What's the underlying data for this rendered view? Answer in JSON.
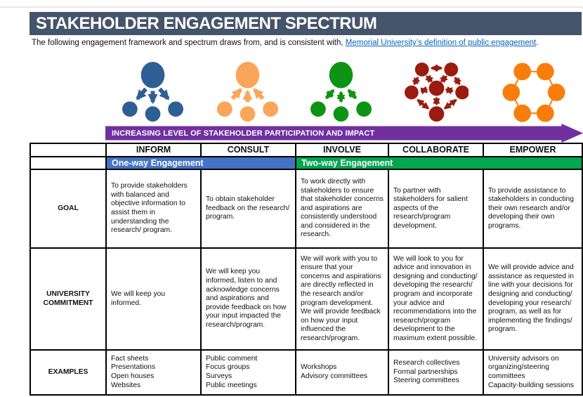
{
  "header": {
    "title": "STAKEHOLDER ENGAGEMENT SPECTRUM",
    "subtitle_prefix": "The following engagement framework and spectrum draws from, and is consistent with, ",
    "subtitle_link": "Memorial University’s definition of public engagement",
    "subtitle_suffix": "."
  },
  "arrow_banner": {
    "label": "INCREASING LEVEL OF STAKEHOLDER PARTICIPATION AND IMPACT"
  },
  "colors": {
    "banner_background": "#44546A",
    "link": "#0563C1",
    "arrow_purple": "#7030A0",
    "one_way_blue": "#4472C4",
    "two_way_green": "#00A650"
  },
  "spectrum": {
    "columns": [
      "INFORM",
      "CONSULT",
      "INVOLVE",
      "COLLABORATE",
      "EMPOWER"
    ],
    "engagement_bands": [
      {
        "label": "One-way Engagement",
        "color": "#4472C4"
      },
      {
        "label": "Two-way Engagement",
        "color": "#00A650"
      }
    ],
    "icons": [
      {
        "name": "inform-one-to-many-icon",
        "color": "#2E5F94"
      },
      {
        "name": "consult-many-to-one-icon",
        "color": "#F9A65A"
      },
      {
        "name": "involve-two-way-icon",
        "color": "#0E9414"
      },
      {
        "name": "collaborate-network-icon",
        "color": "#9B1B10"
      },
      {
        "name": "empower-ring-icon",
        "color": "#F97D0B"
      }
    ],
    "rows": [
      {
        "label": "GOAL",
        "cells": [
          "To provide stakeholders with balanced and objective information to assist them in understanding the research/ program.",
          "To obtain stakeholder feedback on the research/ program.",
          "To work directly with stakeholders to ensure that stakeholder concerns and aspirations are consistently understood and considered in the research.",
          "To partner with stakeholders for salient aspects of the research/program development.",
          "To provide assistance to stakeholders in conducting their own research and/or developing their own programs."
        ]
      },
      {
        "label": "UNIVERSITY COMMITMENT",
        "cells": [
          "We will keep you informed.",
          "We will keep you informed, listen to and acknowledge concerns and aspirations and provide feedback on how your input impacted the research/program.",
          "We will work with you to ensure that your concerns and aspirations are directly reflected in the research and/or program development. We will provide feedback on how your input influenced the research/program.",
          "We will look to you for advice and innovation in designing and conducting/ developing the research/ program and incorporate your advice and recommendations into the research/program development to the maximum extent possible.",
          "We will provide advice and assistance as requested in line with your decisions for designing and conducting/ developing your research/ program, as well as for implementing the findings/ program."
        ]
      },
      {
        "label": "EXAMPLES",
        "cells": [
          "Fact sheets\nPresentations\nOpen houses\nWebsites",
          "Public comment\nFocus groups\nSurveys\nPublic meetings",
          "Workshops\nAdvisory committees",
          "Research collectives\nFormal partnerships\nSteering committees",
          "University advisors on organizing/steering committees\nCapacity-building sessions"
        ]
      }
    ]
  }
}
